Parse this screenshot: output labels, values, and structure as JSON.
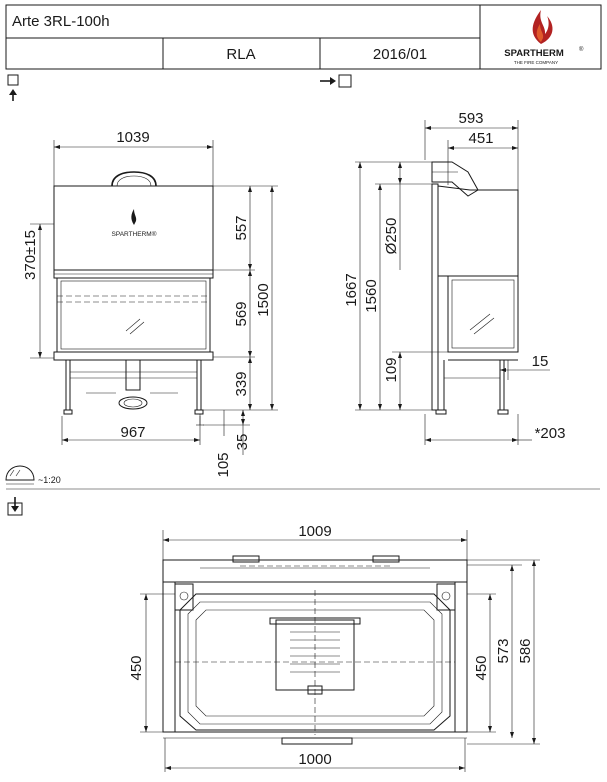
{
  "title_block": {
    "model": "Arte 3RL-100h",
    "variant": "RLA",
    "date": "2016/01",
    "brand": "SPARTHERM",
    "registered_mark": "®",
    "tagline": "THE FIRE COMPANY"
  },
  "scale": {
    "label": "~1:20"
  },
  "front_view": {
    "width_top": "1039",
    "width_bottom": "967",
    "height_upper": "557",
    "height_glass": "569",
    "height_base": "339",
    "height_total": "1500",
    "flue_offset": "370±15",
    "foot_adjust": "105",
    "foot_height": "35",
    "logo_text": "SPARTHERM®"
  },
  "side_view": {
    "depth_total": "593",
    "depth_body": "451",
    "flue_diameter": "Ø250",
    "height_total": "1667",
    "height_body": "1560",
    "height_base": "109",
    "glass_offset": "15",
    "depth_foot": "*203"
  },
  "plan_view": {
    "width_top": "1009",
    "width_bottom": "1000",
    "depth_inner_left": "450",
    "depth_inner_right": "450",
    "depth_body": "573",
    "depth_total": "586"
  },
  "icons": [
    "front-view-icon",
    "side-view-icon",
    "scale-icon",
    "plan-view-icon"
  ]
}
